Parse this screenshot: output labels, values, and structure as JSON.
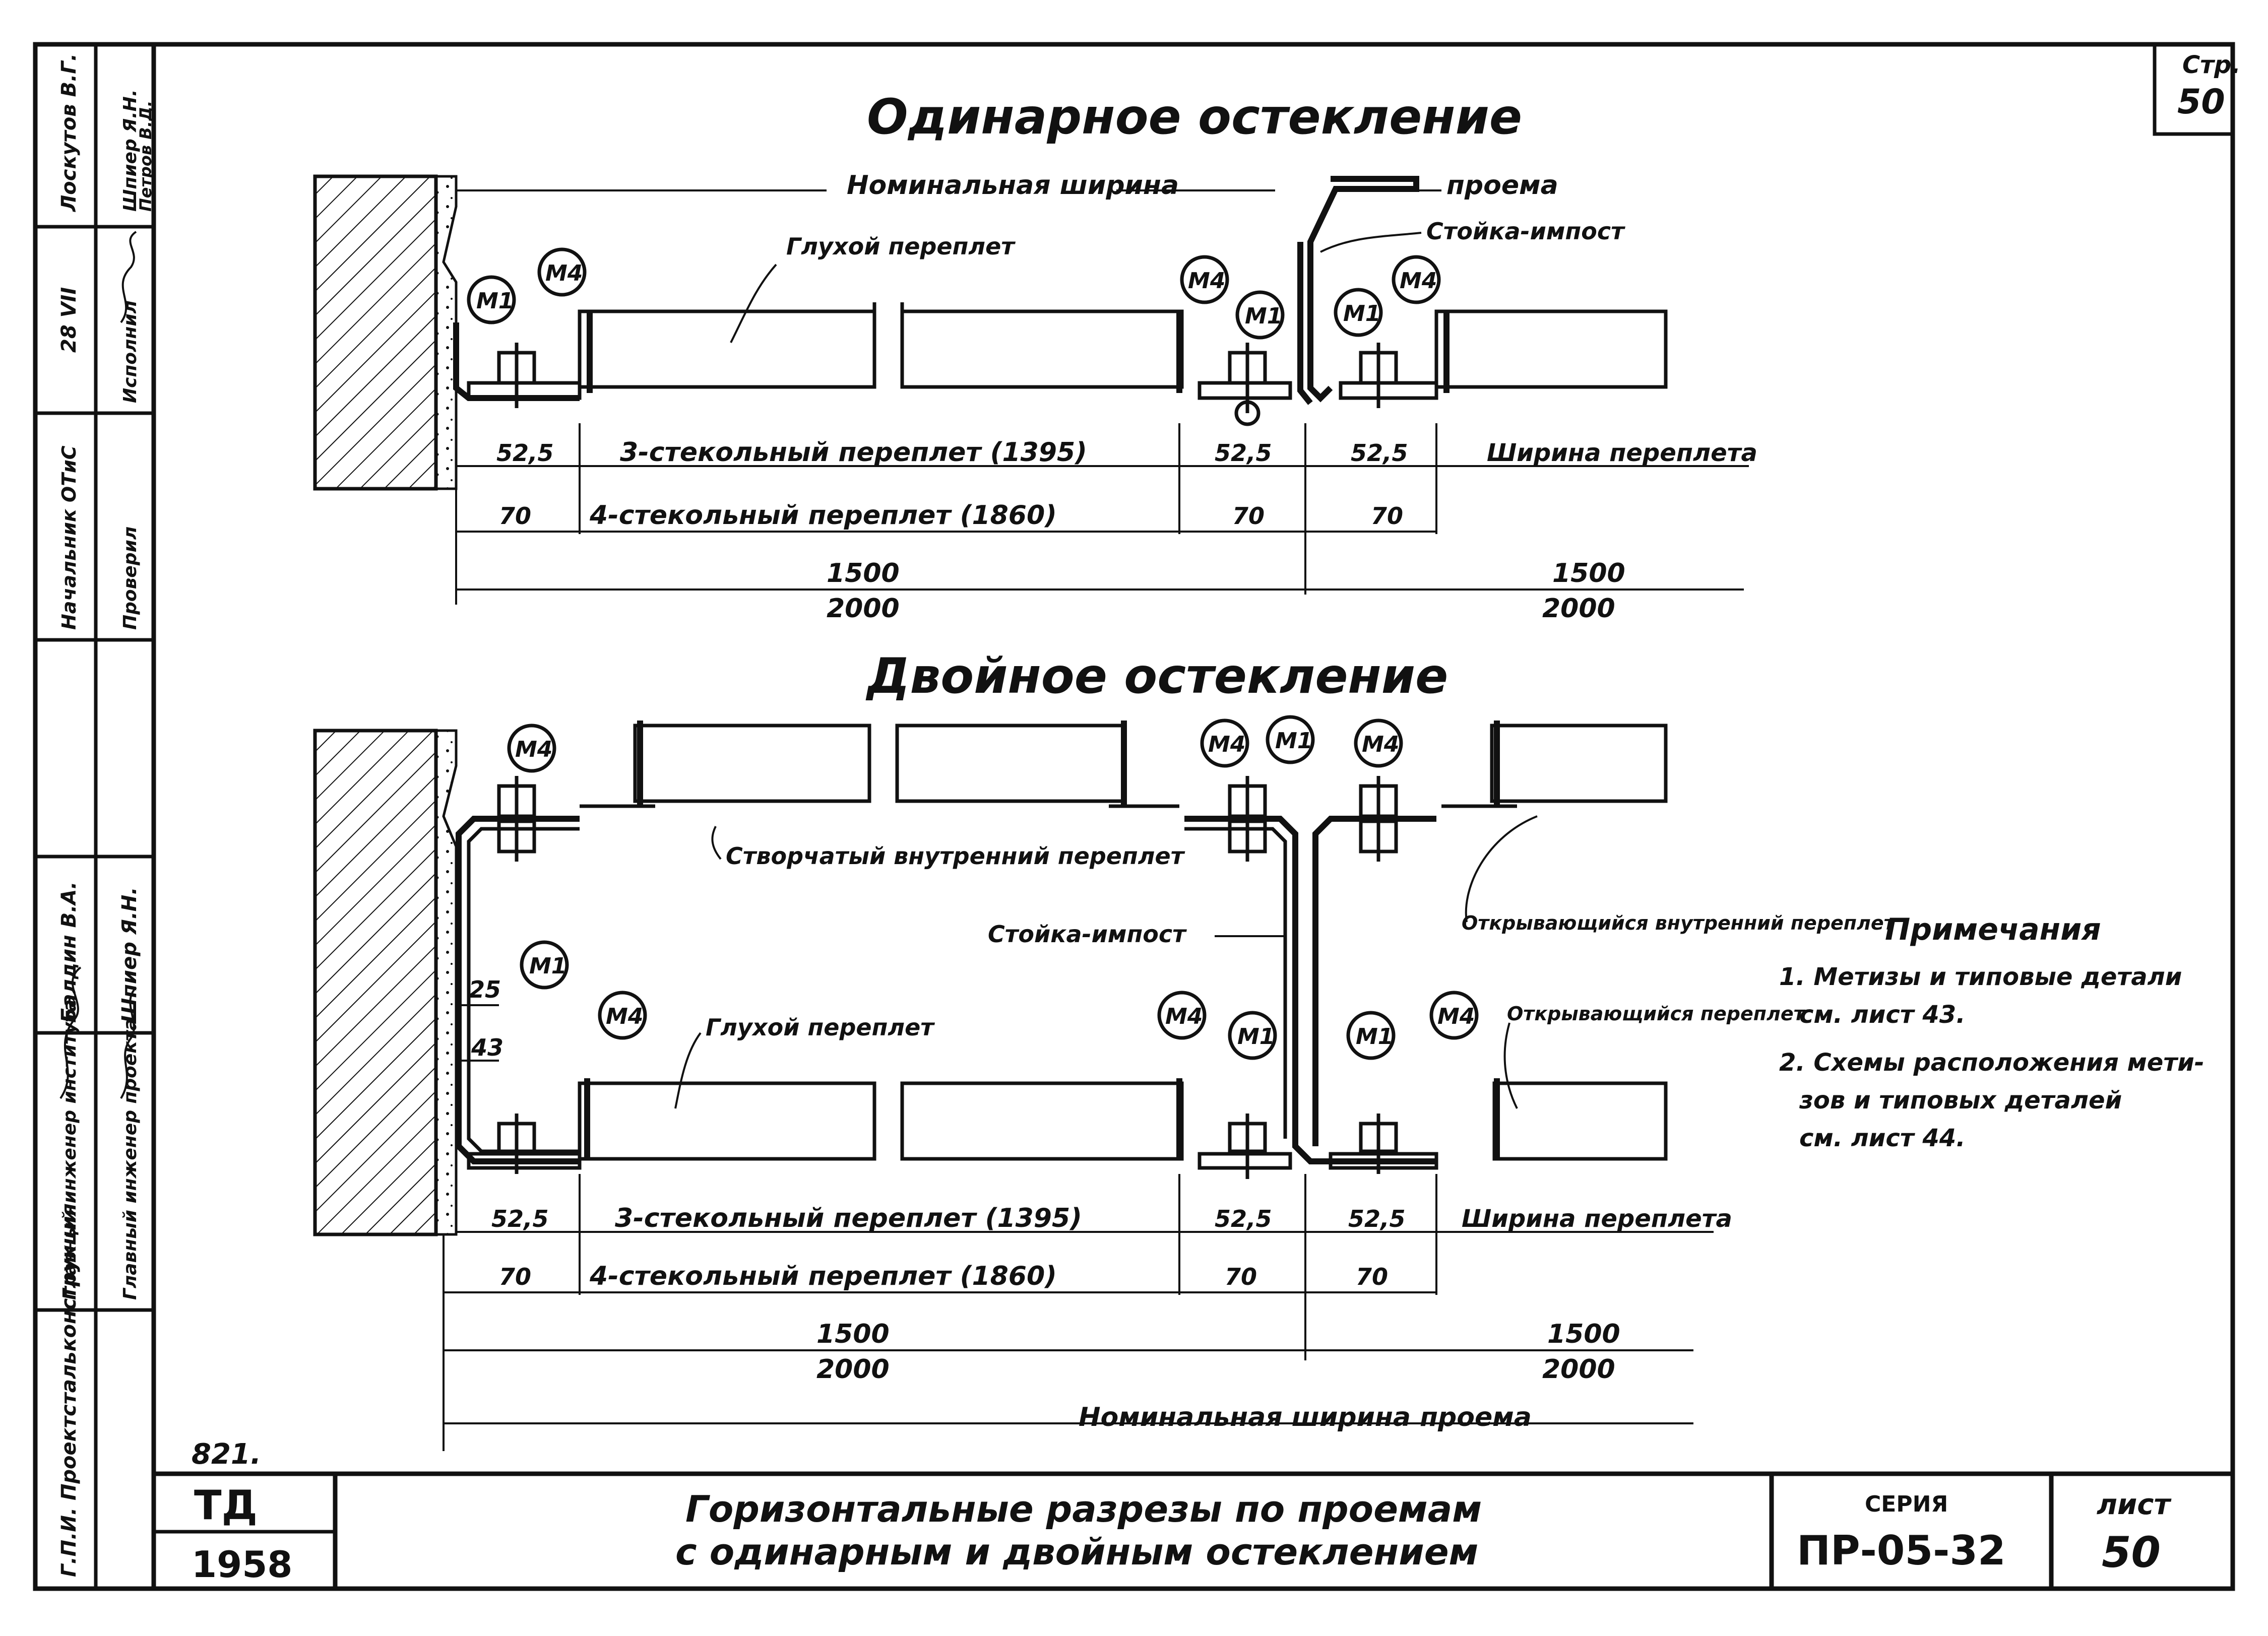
{
  "page_corner": {
    "label": "Стр.",
    "number": "50"
  },
  "single": {
    "title": "Одинарное остекление",
    "nominal_width": "Номинальная ширина",
    "opening": "проема",
    "blind_frame": "Глухой переплет",
    "post_impost": "Стойка-импост",
    "callouts": [
      "М1",
      "М4",
      "М4",
      "М1",
      "М1",
      "М4"
    ],
    "dim_row1": [
      "52,5",
      "3-стекольный переплет (1395)",
      "52,5",
      "52,5",
      "Ширина переплета"
    ],
    "dim_row2": [
      "70",
      "4-стекольный переплет (1860)",
      "70",
      "70"
    ],
    "total_left_top": "1500",
    "total_left_bottom": "2000",
    "total_right_top": "1500",
    "total_right_bottom": "2000"
  },
  "double": {
    "title": "Двойное остекление",
    "sash_inner": "Створчатый внутренний переплет",
    "post_impost": "Стойка-импост",
    "opening_inner": "Открывающийся внутренний переплет",
    "blind_frame": "Глухой переплет",
    "opening_frame": "Открывающийся переплет",
    "gap_25": "25",
    "gap_43": "43",
    "callouts_top": [
      "М4",
      "М4",
      "М1",
      "М4"
    ],
    "callouts_bottom": [
      "М1",
      "М4",
      "М4",
      "М1",
      "М1",
      "М4"
    ],
    "dim_row1": [
      "52,5",
      "3-стекольный переплет (1395)",
      "52,5",
      "52,5",
      "Ширина переплета"
    ],
    "dim_row2": [
      "70",
      "4-стекольный переплет (1860)",
      "70",
      "70"
    ],
    "total_left_top": "1500",
    "total_left_bottom": "2000",
    "total_right_top": "1500",
    "total_right_bottom": "2000",
    "nominal_opening": "Номинальная ширина проема"
  },
  "notes": {
    "title": "Примечания",
    "items": [
      "1. Метизы и типовые детали",
      "см. лист 43.",
      "2. Схемы расположения мети-",
      "зов и типовых деталей",
      "см. лист 44."
    ]
  },
  "side_stamp": {
    "org": "Г.П.И. Проектстальконструкция",
    "rows": [
      {
        "role": "Главный инженер института",
        "name": "Балдин В.А."
      },
      {
        "role": "Главный инженер проекта",
        "name": "Шпиер Я.Н."
      },
      {
        "role": "Начальник ОТиС",
        "name": "Лоскутов В.Г."
      },
      {
        "role": "Проверил",
        "name": "Шпиер Я.Н."
      },
      {
        "role": "Исполнил",
        "name": "Петров В.Д."
      }
    ],
    "date": "28 VII"
  },
  "title_block": {
    "code": "ТД",
    "year": "1958",
    "sheet_count_hand": "821.",
    "title_line1": "Горизонтальные разрезы по проемам",
    "title_line2": "с одинарным и двойным остеклением",
    "series_label": "СЕРИЯ",
    "series": "ПР-05-32",
    "sheet_label": "лист",
    "sheet": "50"
  }
}
